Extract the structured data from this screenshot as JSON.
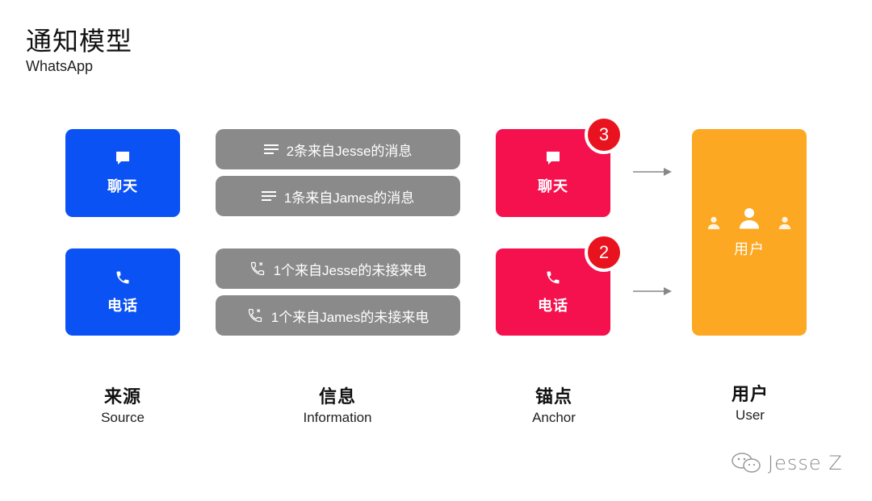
{
  "header": {
    "title": "通知模型",
    "subtitle": "WhatsApp"
  },
  "sources": [
    {
      "icon": "chat-icon",
      "label": "聊天"
    },
    {
      "icon": "phone-icon",
      "label": "电话"
    }
  ],
  "info_items": [
    {
      "icon": "message-lines-icon",
      "text": "2条来自Jesse的消息"
    },
    {
      "icon": "message-lines-icon",
      "text": "1条来自James的消息"
    },
    {
      "icon": "missed-call-icon",
      "text": "1个来自Jesse的未接来电"
    },
    {
      "icon": "missed-call-icon",
      "text": "1个来自James的未接来电"
    }
  ],
  "anchors": [
    {
      "icon": "chat-icon",
      "label": "聊天",
      "badge": "3"
    },
    {
      "icon": "phone-icon",
      "label": "电话",
      "badge": "2"
    }
  ],
  "user_card": {
    "icon": "users-icon",
    "label": "用户"
  },
  "columns": [
    {
      "zh": "来源",
      "en": "Source"
    },
    {
      "zh": "信息",
      "en": "Information"
    },
    {
      "zh": "锚点",
      "en": "Anchor"
    },
    {
      "zh": "用户",
      "en": "User"
    }
  ],
  "watermark": {
    "icon": "wechat-icon",
    "text": "Jesse Z"
  },
  "colors": {
    "source": "#0b52f5",
    "info": "#8a8a8a",
    "anchor": "#f5104e",
    "badge": "#e8131f",
    "user": "#fca822"
  }
}
